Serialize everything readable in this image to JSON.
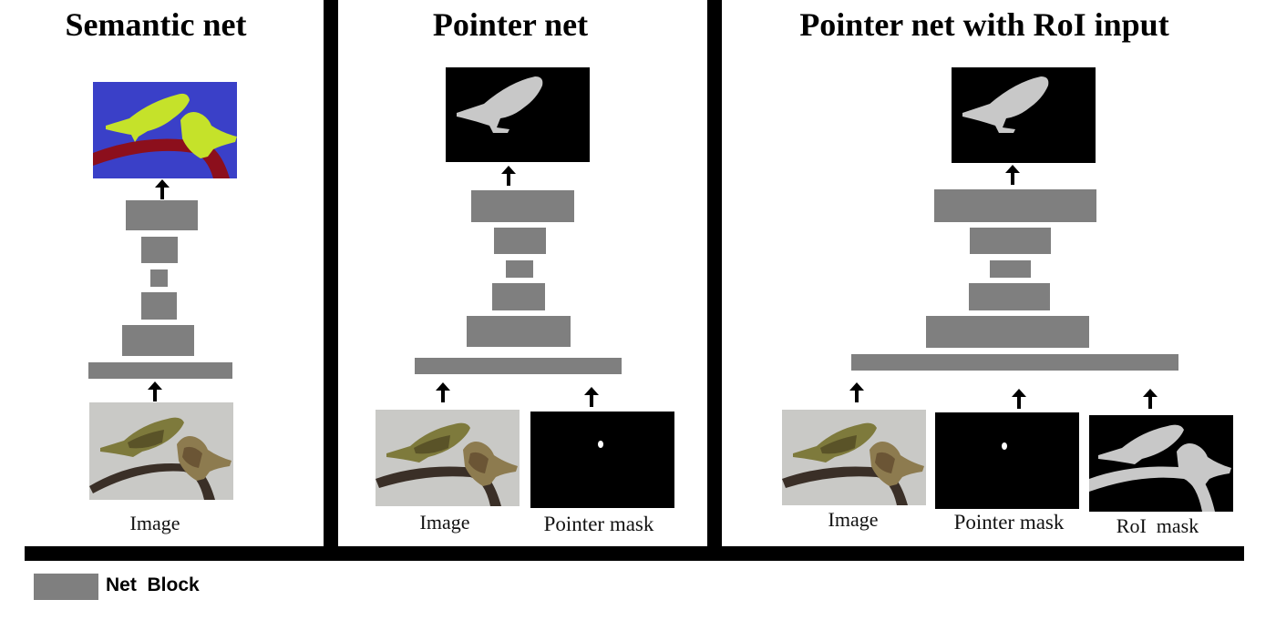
{
  "panels": {
    "semantic": {
      "title": "Semantic net",
      "captions": [
        "Image"
      ]
    },
    "pointer": {
      "title": "Pointer net",
      "captions": [
        "Image",
        "Pointer mask"
      ]
    },
    "pointer_roi": {
      "title": "Pointer net with RoI  input",
      "captions": [
        "Image",
        "Pointer mask",
        "RoI  mask"
      ]
    }
  },
  "legend": {
    "label": "Net  Block"
  },
  "colors": {
    "net_block": "#7f7f7f",
    "separator": "#000000",
    "segmentation_background": "#3a40c8",
    "segmentation_bird": "#c5e22a",
    "segmentation_branch": "#8c0f1c",
    "mask_foreground": "#c8c8c8",
    "mask_background": "#000000"
  }
}
